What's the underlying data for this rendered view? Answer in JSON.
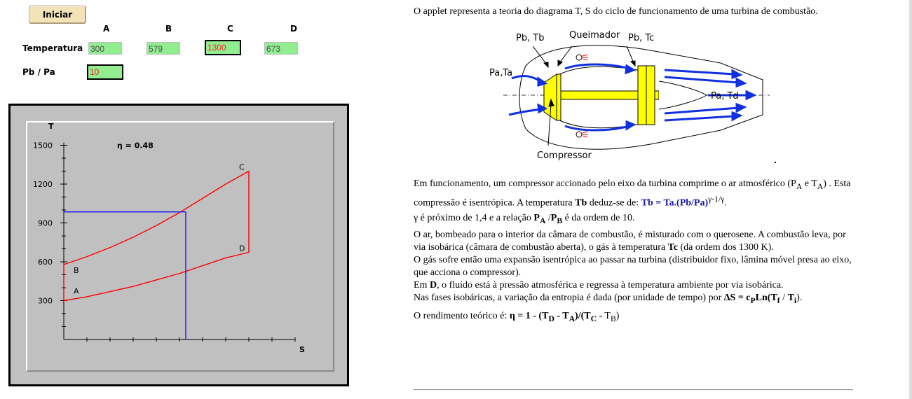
{
  "applet": {
    "start_button": "Iniciar",
    "columns": [
      "A",
      "B",
      "C",
      "D"
    ],
    "row_temperature_label": "Temperatura",
    "row_pressure_label": "Pb / Pa",
    "temperatures": [
      "300",
      "579",
      "1300",
      "673"
    ],
    "pressure_ratio": "10"
  },
  "chart_data": {
    "type": "line",
    "ylabel": "T",
    "xlabel": "S",
    "yticks": [
      300,
      600,
      900,
      1200,
      1500
    ],
    "ylim": [
      0,
      1600
    ],
    "efficiency_label": "η = 0.48",
    "point_labels": [
      "A",
      "B",
      "C",
      "D"
    ],
    "series": [
      {
        "values": [
          300,
          330,
          370,
          410,
          460,
          510,
          570,
          630,
          673
        ],
        "color": "#ff0000"
      },
      {
        "values": [
          579,
          640,
          710,
          790,
          880,
          980,
          1090,
          1200,
          1300
        ],
        "color": "#ff0000"
      }
    ],
    "vertical_segments": [
      {
        "from": 300,
        "to": 579
      },
      {
        "from": 673,
        "to": 1300
      }
    ],
    "guide_temperature": 985,
    "guide_color": "#0000ff",
    "line_color": "#ff0000"
  },
  "diagram": {
    "labels": [
      "Pb, Tb",
      "Queimador",
      "Pb, Tc",
      "Pa,Ta",
      "Pa, Td",
      "Compressor"
    ]
  },
  "text": {
    "p1": "O applet representa a teoria do diagrama T, S do ciclo de funcionamento de uma turbina de combustão.",
    "p2a": "Em funcionamento, um compressor accionado pelo eixo da turbina comprime o ar atmosférico (P",
    "p2sub1": "A",
    "p2b": " e T",
    "p2sub2": "A",
    "p2c": ") . Esta compressão é isentrópica. A temperatura ",
    "p2kw1": "Tb",
    "p2d": " deduz-se de: ",
    "p2kw2": "Tb = Ta.(Pb/Pa)",
    "p2sup": "γ-1/γ",
    "p2e": ".",
    "p3a": "γ é próximo de 1,4 e a relação ",
    "p3kw1": "P",
    "p3sub1": "A",
    "p3b": " /",
    "p3kw2": "P",
    "p3sub2": "B",
    "p3c": " é da ordem de 10.",
    "p4": "O ar, bombeado para o interior da câmara de combustão, é misturado com o querosene. A combustão leva, por via isobárica (câmara de combustão aberta), o gás à temperatura ",
    "p4kw": "Tc",
    "p4b": " (da ordem dos 1300 K).",
    "p5": "O gás sofre então uma expansão isentrópica ao passar na turbina (distribuidor fixo, lâmina móvel presa ao eixo, que acciona o compressor).",
    "p6a": "Em ",
    "p6kw": "D",
    "p6b": ", o fluído está à pressão atmosférica e regressa à temperatura ambiente por via isobárica.",
    "p7a": "Nas fases isobáricas, a variação da entropia é dada (por unidade de tempo) por ",
    "p7kw": "ΔS = c",
    "p7sub1": "P",
    "p7kw2": "Ln(T",
    "p7sub2": "f",
    "p7c": " / ",
    "p7kw3": "T",
    "p7sub3": "i",
    "p7d": ").",
    "p8a": "O rendimento teórico é: ",
    "p8kw": "η = 1 - (T",
    "p8sub1": "D",
    "p8b": " - T",
    "p8sub2": "A",
    "p8c": ")/(T",
    "p8sub3": "C",
    "p8d": " - T",
    "p8sub4": "B",
    "p8e": ")"
  }
}
